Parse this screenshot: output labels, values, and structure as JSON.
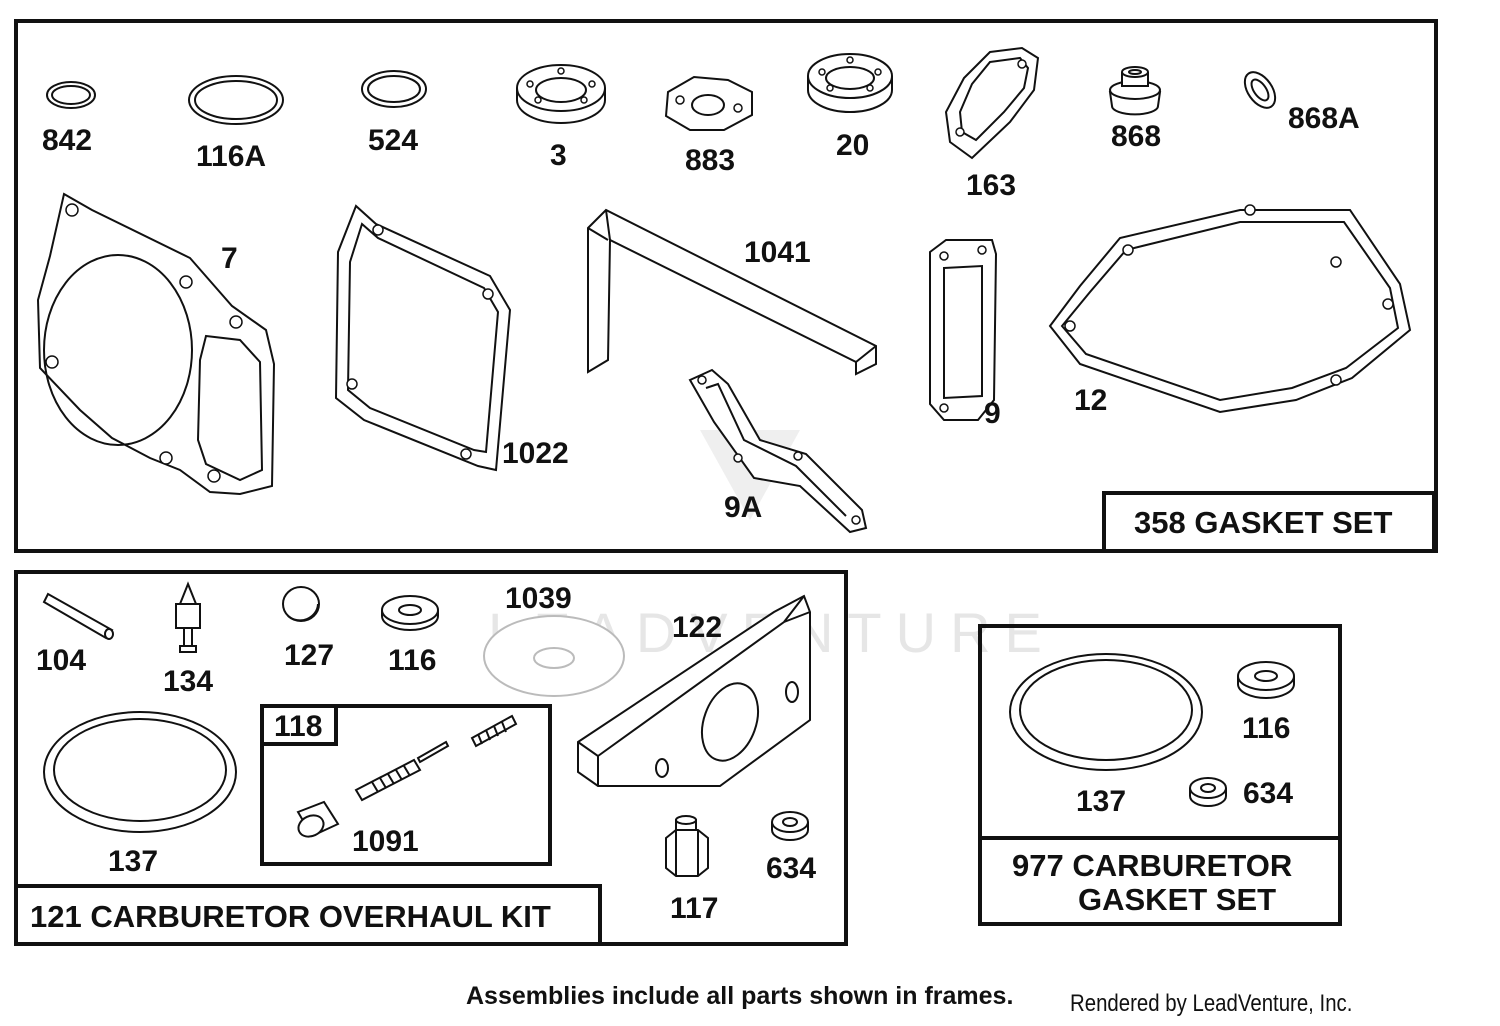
{
  "watermark": "LEADVENTURE",
  "frames": {
    "gasket_set": {
      "title": "358 GASKET SET"
    },
    "overhaul_kit": {
      "title": "121 CARBURETOR OVERHAUL KIT",
      "subframe_title": "118"
    },
    "carb_gasket_set": {
      "title_line1": "977 CARBURETOR",
      "title_line2": "GASKET SET"
    }
  },
  "parts": {
    "p842": "842",
    "p116A": "116A",
    "p524": "524",
    "p3": "3",
    "p883": "883",
    "p20": "20",
    "p163": "163",
    "p868": "868",
    "p868A": "868A",
    "p7": "7",
    "p1022": "1022",
    "p1041": "1041",
    "p9A": "9A",
    "p9": "9",
    "p12": "12",
    "p104": "104",
    "p134": "134",
    "p127": "127",
    "p116": "116",
    "p1039": "1039",
    "p122": "122",
    "p137": "137",
    "p1091": "1091",
    "p117": "117",
    "p634": "634",
    "p137b": "137",
    "p116b": "116",
    "p634b": "634"
  },
  "footer": {
    "note": "Assemblies include all parts shown in frames.",
    "credit": "Rendered by LeadVenture, Inc."
  }
}
